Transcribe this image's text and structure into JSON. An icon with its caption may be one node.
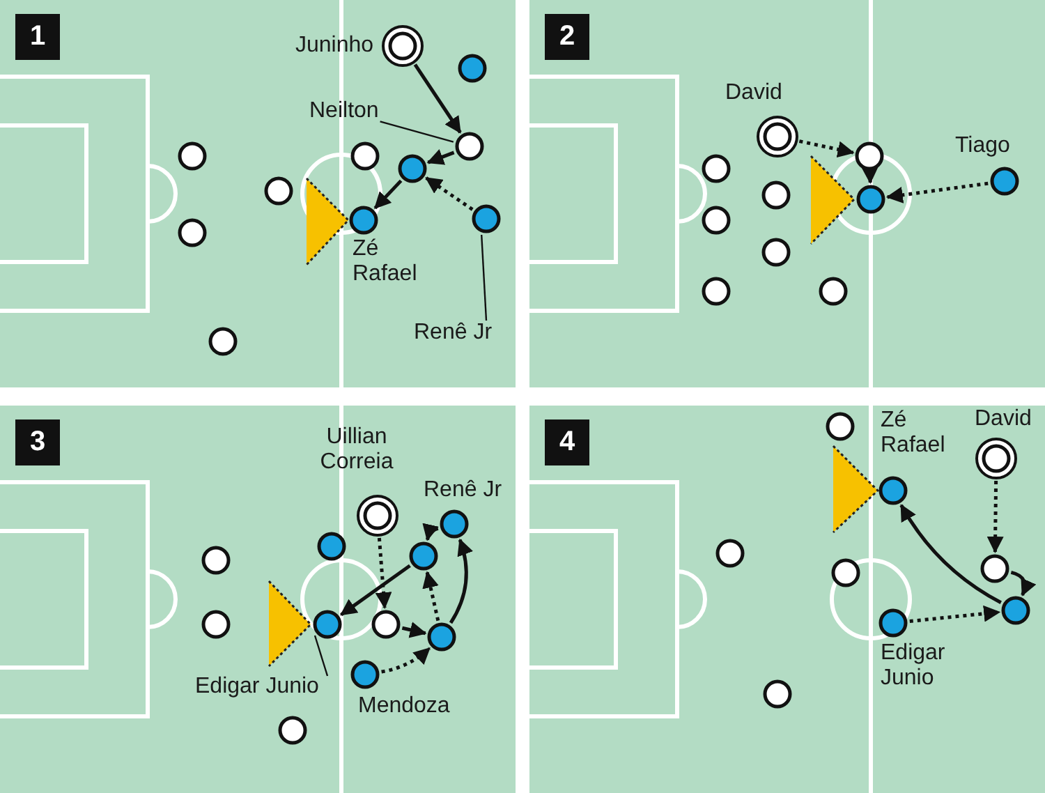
{
  "diagram": {
    "nodes": [
      {
        "text": [
          "1"
        ]
      },
      {
        "text": [
          "Juninho"
        ],
        "in": 0
      },
      {
        "text": [],
        "shape": "circle",
        "in": 0
      },
      {
        "text": [
          "Neilton"
        ],
        "in": 0
      },
      {
        "text": [],
        "shape": "circle",
        "in": 0
      },
      {
        "text": [],
        "shape": "circle",
        "in": 0
      },
      {
        "text": [],
        "shape": "circle",
        "in": 0
      },
      {
        "text": [],
        "shape": "circle",
        "in": 0
      },
      {
        "text": [],
        "shape": "circle",
        "in": 0
      },
      {
        "text": [
          "Zé Rafael"
        ],
        "in": 0
      },
      {
        "text": [],
        "shape": "circle",
        "in": 0
      },
      {
        "text": [],
        "shape": "circle",
        "in": 0
      },
      {
        "text": [
          "Renê Jr"
        ],
        "in": 0
      },
      {
        "text": [],
        "shape": "circle",
        "in": 0
      },
      {
        "text": [
          "2"
        ]
      },
      {
        "text": [
          "David"
        ],
        "in": 14
      },
      {
        "text": [],
        "shape": "circle",
        "in": 14
      },
      {
        "text": [
          "Tiago"
        ],
        "in": 14
      },
      {
        "text": [],
        "shape": "circle",
        "in": 14
      },
      {
        "text": [],
        "shape": "circle",
        "in": 14
      },
      {
        "text": [],
        "shape": "circle",
        "in": 14
      },
      {
        "text": [],
        "shape": "circle",
        "in": 14
      },
      {
        "text": [],
        "shape": "circle",
        "in": 14
      },
      {
        "text": [],
        "shape": "circle",
        "in": 14
      },
      {
        "text": [],
        "shape": "circle",
        "in": 14
      },
      {
        "text": [
          "3"
        ]
      },
      {
        "text": [
          "Uillian Correia"
        ],
        "in": 25
      },
      {
        "text": [
          "Renê Jr"
        ],
        "in": 25
      },
      {
        "text": [],
        "shape": "circle",
        "in": 25
      },
      {
        "text": [],
        "shape": "circle",
        "in": 25
      },
      {
        "text": [],
        "shape": "circle",
        "in": 25
      },
      {
        "text": [],
        "shape": "circle",
        "in": 25
      },
      {
        "text": [],
        "shape": "circle",
        "in": 25
      },
      {
        "text": [],
        "shape": "circle",
        "in": 25
      },
      {
        "text": [],
        "shape": "circle",
        "in": 25
      },
      {
        "text": [
          "Mendoza"
        ],
        "in": 25
      },
      {
        "text": [
          "Edigar Junio"
        ],
        "in": 25
      },
      {
        "text": [],
        "shape": "circle",
        "in": 25
      },
      {
        "text": [
          "4"
        ]
      },
      {
        "text": [],
        "shape": "circle",
        "in": 38
      },
      {
        "text": [
          "David"
        ],
        "in": 38
      },
      {
        "text": [
          "Zé Rafael"
        ],
        "in": 38
      },
      {
        "text": [],
        "shape": "circle",
        "in": 38
      },
      {
        "text": [],
        "shape": "circle",
        "in": 38
      },
      {
        "text": [],
        "shape": "circle",
        "in": 38
      },
      {
        "text": [],
        "shape": "circle",
        "in": 38
      },
      {
        "text": [
          "Edigar Junio"
        ],
        "in": 38
      },
      {
        "text": [],
        "shape": "circle",
        "in": 38
      }
    ],
    "edges": [
      {
        "from": 1,
        "to": 4,
        "arrow": "to"
      },
      {
        "from": 4,
        "to": 6,
        "arrow": "to"
      },
      {
        "from": 6,
        "to": 9,
        "arrow": "to"
      },
      {
        "from": 10,
        "to": 6,
        "arrow": "to",
        "style": "dashed"
      },
      {
        "from": 3,
        "to": 4,
        "arrow": "none"
      },
      {
        "from": 12,
        "to": 10,
        "arrow": "none"
      },
      {
        "from": 15,
        "to": 16,
        "arrow": "to",
        "style": "dashed"
      },
      {
        "from": 16,
        "to": 20,
        "arrow": "to"
      },
      {
        "from": 17,
        "to": 20,
        "arrow": "to",
        "style": "dashed"
      },
      {
        "from": 27,
        "to": 29,
        "arrow": "to"
      },
      {
        "from": 29,
        "to": 32,
        "arrow": "to"
      },
      {
        "from": 26,
        "to": 33,
        "arrow": "to",
        "style": "dashed"
      },
      {
        "from": 33,
        "to": 34,
        "arrow": "to"
      },
      {
        "from": 34,
        "to": 29,
        "arrow": "to",
        "style": "dashed"
      },
      {
        "from": 34,
        "to": 27,
        "arrow": "to"
      },
      {
        "from": 35,
        "to": 34,
        "arrow": "to",
        "style": "dashed"
      },
      {
        "from": 36,
        "to": 32,
        "arrow": "none"
      },
      {
        "from": 40,
        "to": 43,
        "arrow": "to",
        "style": "dashed"
      },
      {
        "from": 43,
        "to": 45,
        "arrow": "to"
      },
      {
        "from": 45,
        "to": 41,
        "arrow": "to"
      },
      {
        "from": 46,
        "to": 45,
        "arrow": "to",
        "style": "dashed"
      }
    ]
  }
}
